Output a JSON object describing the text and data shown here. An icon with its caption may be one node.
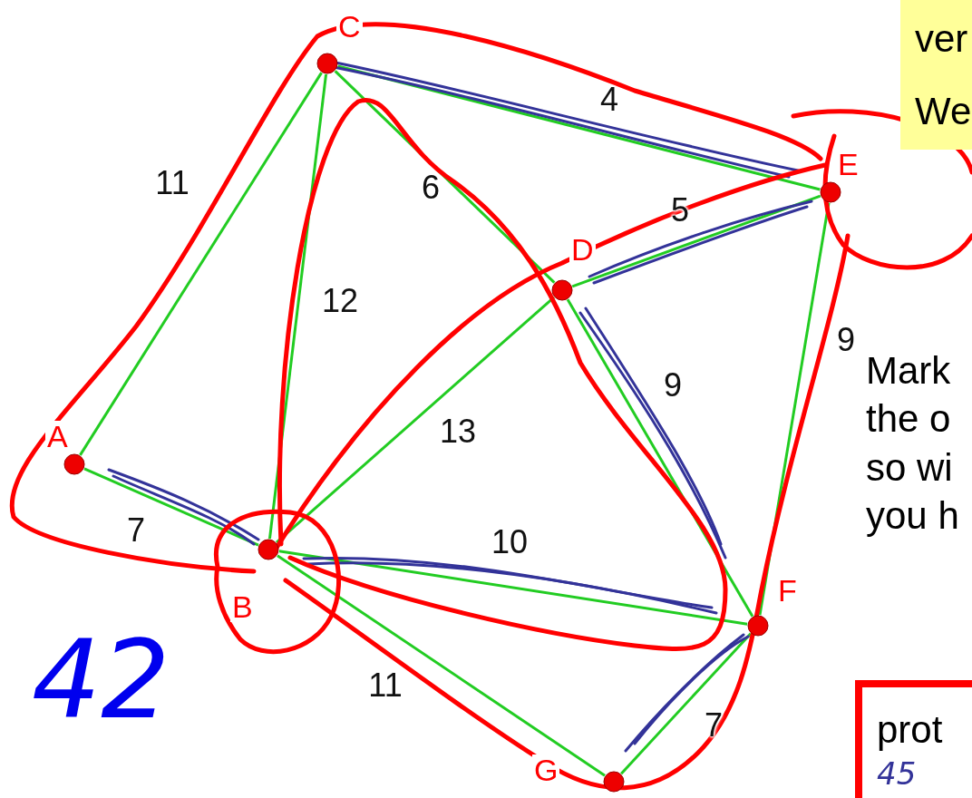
{
  "diagram": {
    "nodes": [
      {
        "text": [
          "A"
        ]
      },
      {
        "text": [
          "B"
        ]
      },
      {
        "text": [
          "C"
        ]
      },
      {
        "text": [
          "D"
        ]
      },
      {
        "text": [
          "E"
        ]
      },
      {
        "text": [
          "F"
        ]
      },
      {
        "text": [
          "G"
        ]
      },
      {
        "text": [
          "ver",
          "We"
        ]
      },
      {
        "text": [
          "prot",
          "45"
        ]
      }
    ],
    "edges": [
      {
        "from": 0,
        "to": 2,
        "arrow": "none",
        "label": "11"
      },
      {
        "from": 0,
        "to": 1,
        "arrow": "none",
        "label": "7"
      },
      {
        "from": 2,
        "to": 1,
        "arrow": "none",
        "label": "12"
      },
      {
        "from": 2,
        "to": 4,
        "arrow": "none",
        "label": "4"
      },
      {
        "from": 2,
        "to": 3,
        "arrow": "none",
        "label": "6"
      },
      {
        "from": 3,
        "to": 4,
        "arrow": "none",
        "label": "5"
      },
      {
        "from": 3,
        "to": 1,
        "arrow": "none",
        "label": "13"
      },
      {
        "from": 3,
        "to": 5,
        "arrow": "none",
        "label": "9"
      },
      {
        "from": 4,
        "to": 5,
        "arrow": "none",
        "label": "9"
      },
      {
        "from": 1,
        "to": 5,
        "arrow": "none",
        "label": "10"
      },
      {
        "from": 1,
        "to": 6,
        "arrow": "none",
        "label": "11"
      },
      {
        "from": 5,
        "to": 6,
        "arrow": "none",
        "label": "7"
      }
    ],
    "labels": [
      "Mark the o so wi you h",
      "42"
    ]
  }
}
